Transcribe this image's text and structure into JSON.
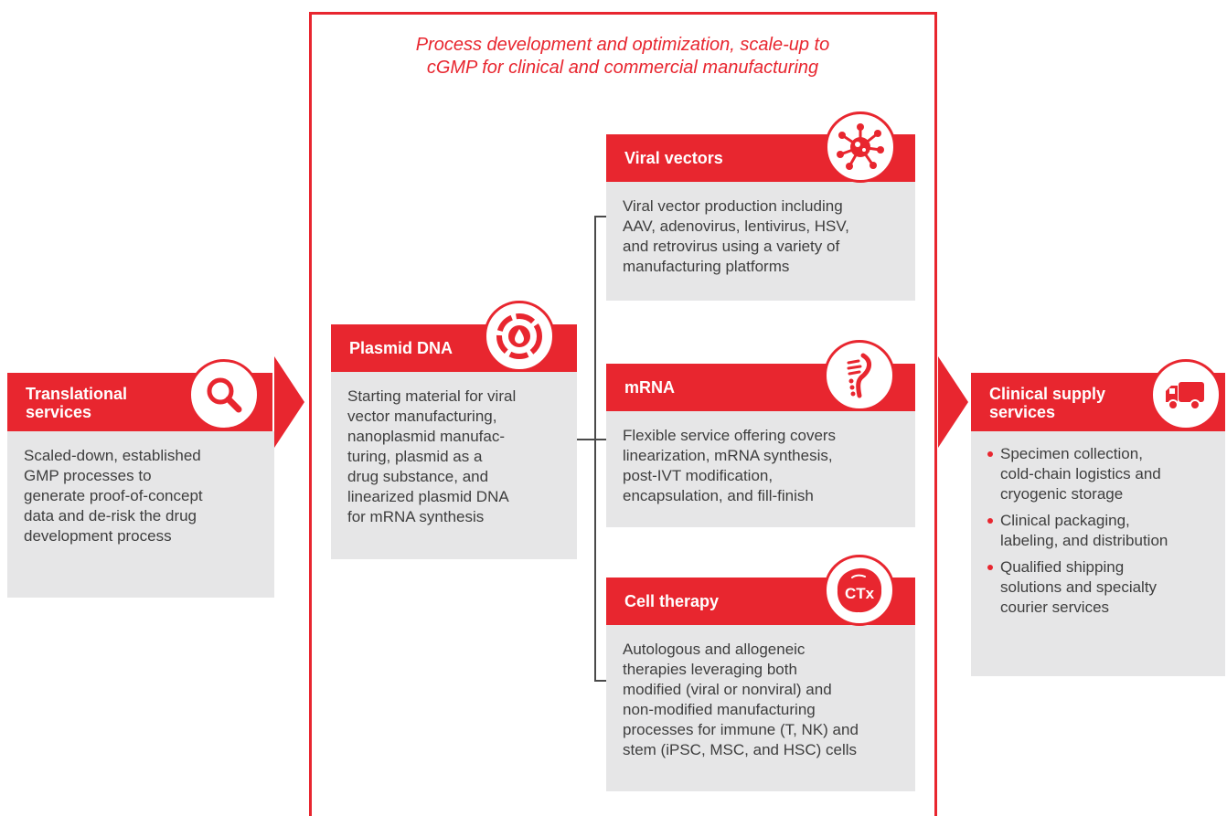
{
  "title_lines": [
    "Process development and optimization, scale-up to",
    "cGMP for clinical and commercial manufacturing"
  ],
  "translational": {
    "header_lines": [
      "Translational",
      "services"
    ],
    "icon": "magnifier-icon",
    "description_lines": [
      "Scaled-down, established",
      "GMP processes to",
      "generate proof-of-concept",
      "data and de-risk the drug",
      "development process"
    ]
  },
  "plasmid": {
    "header": "Plasmid DNA",
    "icon": "plasmid-droplet-icon",
    "description_lines": [
      "Starting material for viral",
      "vector manufacturing,",
      "nanoplasmid manufac-",
      "turing, plasmid as a",
      "drug substance, and",
      "linearized plasmid DNA",
      "for mRNA synthesis"
    ]
  },
  "viral": {
    "header": "Viral vectors",
    "icon": "virus-icon",
    "description_lines": [
      "Viral vector production including",
      "AAV, adenovirus, lentivirus, HSV,",
      "and retrovirus using a variety of",
      "manufacturing platforms"
    ]
  },
  "mrna": {
    "header": "mRNA",
    "icon": "mrna-strand-icon",
    "description_lines": [
      "Flexible service offering covers",
      "linearization, mRNA synthesis,",
      "post-IVT modification,",
      "encapsulation, and fill-finish"
    ]
  },
  "cell": {
    "header": "Cell therapy",
    "icon": "cell-ctx-icon",
    "icon_text": "CTx",
    "description_lines": [
      "Autologous and allogeneic",
      "therapies leveraging both",
      "modified (viral or nonviral) and",
      "non-modified manufacturing",
      "processes for immune (T, NK) and",
      "stem (iPSC, MSC, and HSC) cells"
    ]
  },
  "clinical": {
    "header_lines": [
      "Clinical supply",
      "services"
    ],
    "icon": "truck-icon",
    "bullets": [
      {
        "lines": [
          "Specimen collection,",
          "cold-chain logistics and",
          "cryogenic storage"
        ]
      },
      {
        "lines": [
          "Clinical packaging,",
          "labeling, and distribution"
        ]
      },
      {
        "lines": [
          "Qualified shipping",
          "solutions and specialty",
          "courier services"
        ]
      }
    ]
  },
  "colors": {
    "accent_red": "#e8262f",
    "panel_gray": "#e6e6e7",
    "text_dark": "#3e3e3e"
  }
}
